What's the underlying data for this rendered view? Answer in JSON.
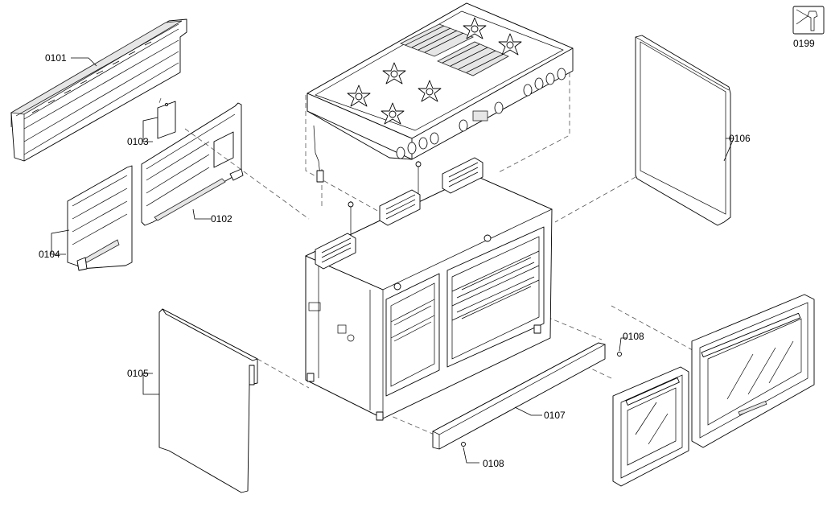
{
  "diagram": {
    "labels": {
      "p0101": "0101",
      "p0102": "0102",
      "p0103": "0103",
      "p0104": "0104",
      "p0105": "0105",
      "p0106": "0106",
      "p0107": "0107",
      "p0108a": "0108",
      "p0108b": "0108",
      "p0199": "0199"
    }
  }
}
